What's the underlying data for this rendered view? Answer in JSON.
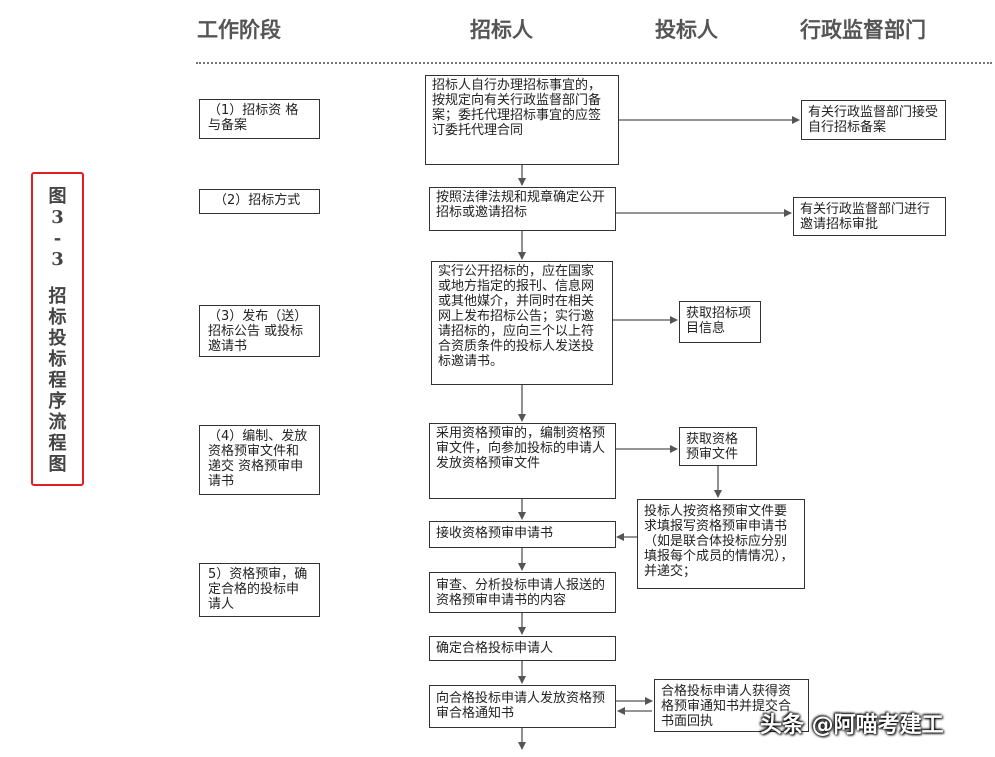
{
  "headers": {
    "stage": "工作阶段",
    "tenderer": "招标人",
    "bidder": "投标人",
    "supervisor": "行政监督部门"
  },
  "figure_label": {
    "number_chars": [
      "图",
      "3",
      "-",
      "3"
    ],
    "title_chars": [
      "招",
      "标",
      "投",
      "标",
      "程",
      "序",
      "流",
      "程",
      "图"
    ]
  },
  "stages": [
    "（1）招标资 格与备案",
    "（2）招标方式",
    "（3）发布（送）招标公告 或投标邀请书",
    "（4）编制、发放资格预审文件和递交 资格预审申请书",
    "5）资格预审，确定合格的投标申请人"
  ],
  "tenderer_steps": [
    "招标人自行办理招标事宜的，按规定向有关行政监督部门备案；委托代理招标事宜的应签订委托代理合同",
    "按照法律法规和规章确定公开招标或邀请招标",
    "实行公开招标的，应在国家或地方指定的报刊、信息网或其他媒介，并同时在相关网上发布招标公告；实行邀请招标的，应向三个以上符合资质条件的投标人发送投标邀请书。",
    " 采用资格预审的，编制资格预审文件，向参加投标的申请人发放资格预审文件",
    "接收资格预审申请书",
    "审查、分析投标申请人报送的资格预审申请书的内容",
    "确定合格投标申请人",
    "向合格投标申请人发放资格预审合格通知书"
  ],
  "bidder_steps": [
    "获取招标项目信息",
    "获取资格预审文件",
    "投标人按资格预审文件要求填报写资格预审申请书（如是联合体投标应分别填报每个成员的情情况），并递交；",
    "合格投标申请人获得资格预审通知书并提交合书面回执"
  ],
  "supervisor_steps": [
    "有关行政监督部门接受自行招标备案",
    "有关行政监督部门进行邀请招标审批"
  ],
  "watermark": "头条 @阿喵考建工",
  "colors": {
    "figure_border": "#e02020",
    "header_text": "#555555",
    "line": "#555555"
  }
}
